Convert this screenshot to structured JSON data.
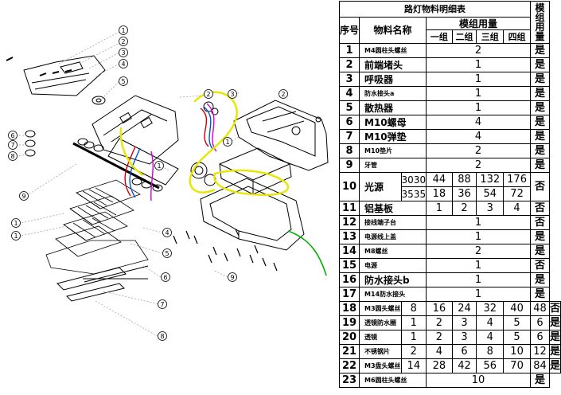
{
  "table": {
    "title": "路灯物料明细表",
    "headers": {
      "no": "序号",
      "name": "物料名称",
      "usage": "模组用量",
      "groups": [
        "一组",
        "二组",
        "三组",
        "四组"
      ],
      "module_usage": "模组用量"
    },
    "rows": [
      {
        "no": "1",
        "name": "M4圆柱头螺丝",
        "size": "small",
        "span": "2",
        "flag": "是"
      },
      {
        "no": "2",
        "name": "前端堵头",
        "size": "big",
        "span": "1",
        "flag": "是"
      },
      {
        "no": "3",
        "name": "呼吸器",
        "size": "big",
        "span": "1",
        "flag": "是"
      },
      {
        "no": "4",
        "name": "防水接头a",
        "size": "small",
        "span": "1",
        "flag": "是"
      },
      {
        "no": "5",
        "name": "散热器",
        "size": "big",
        "span": "1",
        "flag": "是"
      },
      {
        "no": "6",
        "name": "M10螺母",
        "size": "big",
        "span": "4",
        "flag": "是"
      },
      {
        "no": "7",
        "name": "M10弹垫",
        "size": "big",
        "span": "4",
        "flag": "是"
      },
      {
        "no": "8",
        "name": "M10垫片",
        "size": "small",
        "span": "2",
        "flag": "是"
      },
      {
        "no": "9",
        "name": "牙管",
        "size": "small",
        "span": "2",
        "flag": "是"
      },
      {
        "no": "11",
        "name": "铝基板",
        "size": "big",
        "values": [
          "1",
          "2",
          "3",
          "4"
        ],
        "flag": "否"
      },
      {
        "no": "12",
        "name": "接线端子台",
        "size": "small",
        "span": "1",
        "flag": "否"
      },
      {
        "no": "13",
        "name": "电源线上盖",
        "size": "small",
        "span": "1",
        "flag": "是"
      },
      {
        "no": "14",
        "name": "M8螺丝",
        "size": "small",
        "span": "2",
        "flag": "是"
      },
      {
        "no": "15",
        "name": "电源",
        "size": "small",
        "span": "1",
        "flag": "否"
      },
      {
        "no": "16",
        "name": "防水接头b",
        "size": "big",
        "span": "1",
        "flag": "是"
      },
      {
        "no": "17",
        "name": "M14防水接头",
        "size": "small",
        "span": "1",
        "flag": "是"
      },
      {
        "no": "18",
        "name": "M3圆头螺丝",
        "size": "small",
        "values": [
          "8",
          "16",
          "24",
          "32",
          "40",
          "48"
        ],
        "flag": "否"
      },
      {
        "no": "19",
        "name": "透镜防水圈",
        "size": "small",
        "values": [
          "1",
          "2",
          "3",
          "4",
          "5",
          "6"
        ],
        "flag": "是"
      },
      {
        "no": "20",
        "name": "透镜",
        "size": "small",
        "values": [
          "1",
          "2",
          "3",
          "4",
          "5",
          "6"
        ],
        "flag": "是"
      },
      {
        "no": "21",
        "name": "不锈钢片",
        "size": "small",
        "values": [
          "2",
          "4",
          "6",
          "8",
          "10",
          "12"
        ],
        "flag": "是"
      },
      {
        "no": "22",
        "name": "M3盘头螺丝",
        "size": "small",
        "values": [
          "14",
          "28",
          "42",
          "56",
          "70",
          "84"
        ],
        "flag": "是"
      },
      {
        "no": "23",
        "name": "M6圆柱头螺丝",
        "size": "small",
        "span": "10",
        "flag": "是"
      }
    ],
    "light_source": {
      "no": "10",
      "name": "光源",
      "variants": [
        {
          "model": "3030",
          "values": [
            "44",
            "88",
            "132",
            "176"
          ]
        },
        {
          "model": "3535",
          "values": [
            "18",
            "36",
            "54",
            "72"
          ]
        }
      ],
      "flag": "否"
    }
  },
  "diagram": {
    "callouts": [
      "1",
      "2",
      "3",
      "4",
      "5",
      "6",
      "7",
      "8",
      "9",
      "1",
      "1",
      "2",
      "3",
      "4",
      "5",
      "6",
      "7",
      "8",
      "9",
      "1",
      "1",
      "2"
    ]
  }
}
